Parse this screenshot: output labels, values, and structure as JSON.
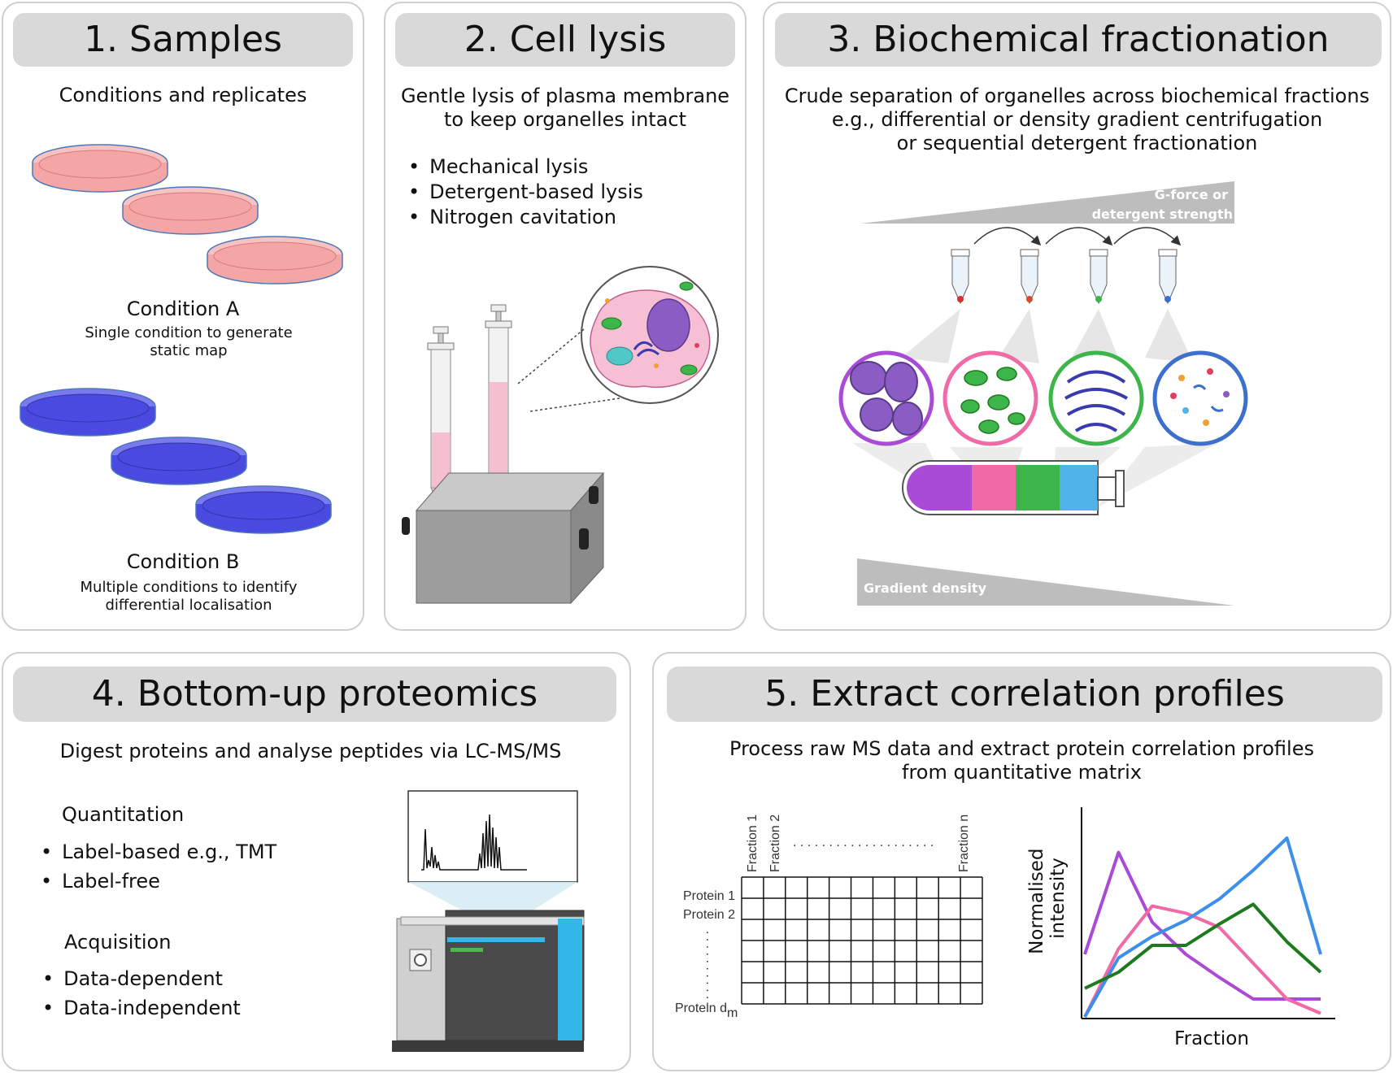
{
  "panels": {
    "samples": {
      "title": "1. Samples",
      "subtitle": "Conditions and replicates",
      "condition_a": "Condition A",
      "condition_a_desc": [
        "Single condition to generate",
        "static map"
      ],
      "condition_b": "Condition B",
      "condition_b_desc": [
        "Multiple conditions to identify",
        "differential localisation"
      ],
      "dish_colors": {
        "condition_a": "#f4a6a6",
        "condition_b": "#4a4ae0"
      }
    },
    "lysis": {
      "title": "2. Cell lysis",
      "description": [
        "Gentle lysis of plasma membrane",
        "to keep organelles intact"
      ],
      "methods": [
        "Mechanical lysis",
        "Detergent-based lysis",
        "Nitrogen cavitation"
      ]
    },
    "fractionation": {
      "title": "3. Biochemical fractionation",
      "description": [
        "Crude separation of organelles across biochemical fractions",
        "e.g., differential or density gradient centrifugation",
        "or sequential detergent fractionation"
      ],
      "gforce_label": [
        "G-force or",
        "detergent strength"
      ],
      "gradient_label": "Gradient density",
      "fraction_colors": [
        "#a94bd6",
        "#f06aa6",
        "#3cb54a",
        "#4fb3ea"
      ]
    },
    "proteomics": {
      "title": "4. Bottom-up proteomics",
      "description": "Digest proteins and analyse peptides via LC-MS/MS",
      "quant_heading": "Quantitation",
      "quant_items": [
        "Label-based e.g., TMT",
        "Label-free"
      ],
      "acq_heading": "Acquisition",
      "acq_items": [
        "Data-dependent",
        "Data-independent"
      ]
    },
    "profiles": {
      "title": "5. Extract correlation profiles",
      "description": [
        "Process raw MS data and extract protein correlation profiles",
        "from quantitative matrix"
      ],
      "matrix": {
        "col_labels": [
          "Fraction 1",
          "Fraction 2",
          "Fraction n"
        ],
        "row_labels": [
          "Protein 1",
          "Protein 2",
          "Protein d",
          "m"
        ],
        "rows": 6,
        "cols": 11
      }
    }
  },
  "chart_data": {
    "type": "line",
    "xlabel": "Fraction",
    "ylabel": "Normalised intensity",
    "x": [
      1,
      2,
      3,
      4,
      5,
      6,
      7,
      8
    ],
    "ylim": [
      0,
      1
    ],
    "series": [
      {
        "color": "#a94bd6",
        "values": [
          0.35,
          0.92,
          0.53,
          0.35,
          0.22,
          0.1,
          0.1,
          0.1
        ]
      },
      {
        "color": "#f06aa6",
        "values": [
          0.0,
          0.38,
          0.62,
          0.58,
          0.5,
          0.3,
          0.1,
          0.02
        ]
      },
      {
        "color": "#3d8fec",
        "values": [
          0.0,
          0.33,
          0.45,
          0.54,
          0.66,
          0.82,
          1.0,
          0.35
        ]
      },
      {
        "color": "#1e7a1e",
        "values": [
          0.16,
          0.25,
          0.4,
          0.4,
          0.52,
          0.63,
          0.42,
          0.25
        ]
      }
    ]
  }
}
